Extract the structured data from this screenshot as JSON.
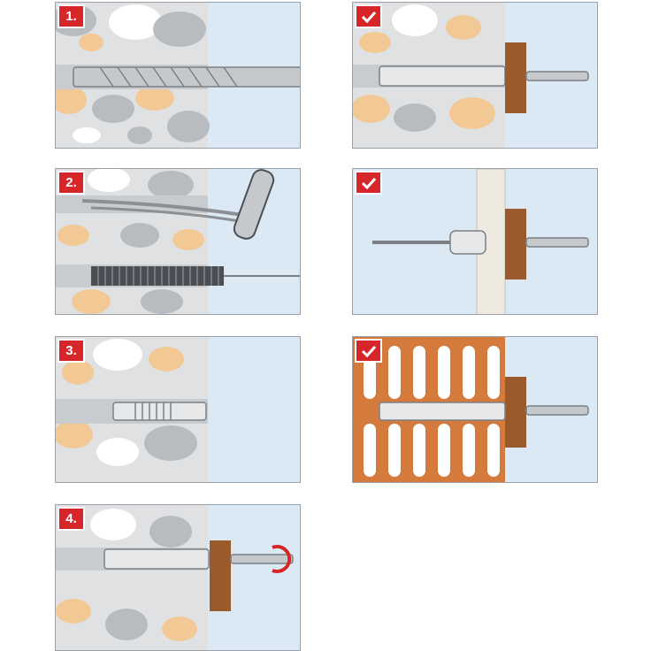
{
  "steps": [
    {
      "label": "1."
    },
    {
      "label": "2."
    },
    {
      "label": "3."
    },
    {
      "label": "4."
    }
  ],
  "results": [
    {
      "icon": "checkmark-icon"
    },
    {
      "icon": "checkmark-icon"
    },
    {
      "icon": "checkmark-icon"
    }
  ],
  "colors": {
    "badge": "#d7262a",
    "sky": "#dbe9f4",
    "stone_grey": "#b8bcc0",
    "stone_tan": "#f2c995",
    "wood": "#9a5a2c",
    "brick": "#d47a3c",
    "plaster": "#eeeadf"
  }
}
